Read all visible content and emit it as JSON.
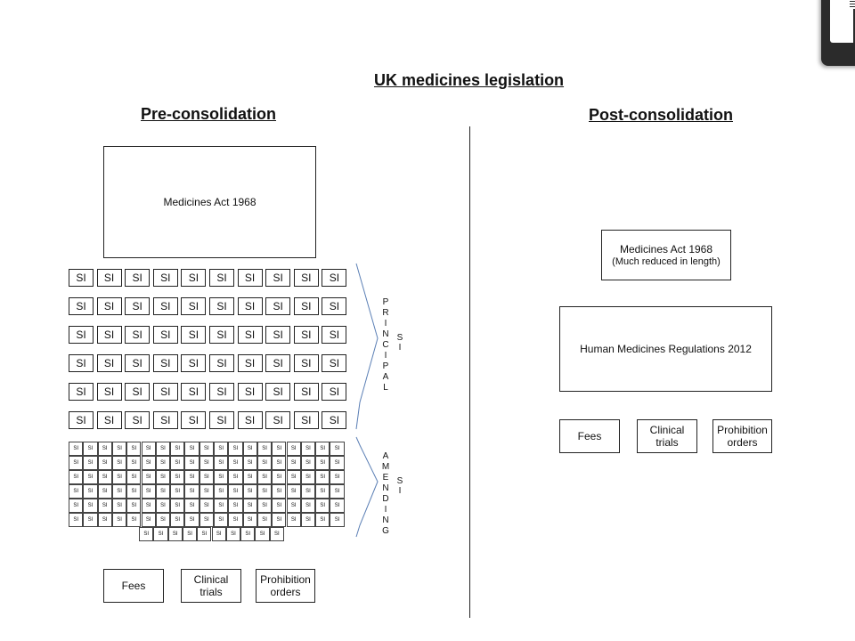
{
  "title": "UK medicines legislation",
  "pre": {
    "heading": "Pre-consolidation",
    "act": "Medicines Act 1968",
    "si_label": "SI",
    "principal_rows": 6,
    "principal_cols": 10,
    "amending_rows": 6,
    "amending_cols": 19,
    "amending_extra": 10,
    "principal_word": "PRINCIPAL",
    "amending_word": "AMENDING",
    "tag": "SI",
    "bottom": [
      "Fees",
      "Clinical trials",
      "Prohibition orders"
    ]
  },
  "post": {
    "heading": "Post-consolidation",
    "act_line1": "Medicines Act 1968",
    "act_line2": "(Much reduced in length)",
    "hmr": "Human Medicines Regulations 2012",
    "bottom": [
      "Fees",
      "Clinical trials",
      "Prohibition orders"
    ]
  },
  "colors": {
    "line": "#222222",
    "bracket": "#5b7fb5"
  }
}
